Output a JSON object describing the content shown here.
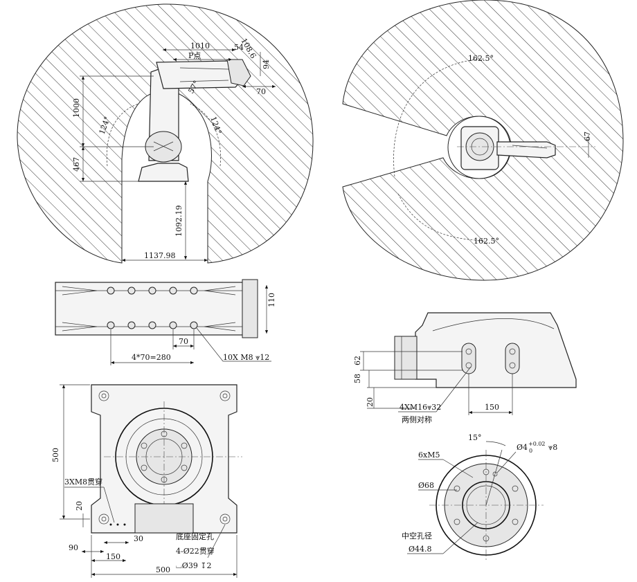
{
  "side_view": {
    "dim_1010": "1010",
    "dim_p_point": "P点",
    "dim_54": "54",
    "dim_108_6": "108.6",
    "dim_94": "94",
    "dim_70": "70",
    "dim_57deg": "57°",
    "dim_124deg_left": "124°",
    "dim_124deg_right": "124°",
    "dim_1000": "1000",
    "dim_467": "467",
    "dim_1092_19": "1092.19",
    "dim_1137_98": "1137.98"
  },
  "top_view": {
    "dim_162_5_top": "162.5°",
    "dim_162_5_bottom": "162.5°",
    "dim_67": "67"
  },
  "arm_view": {
    "dim_110": "110",
    "dim_70": "70",
    "dim_4x70": "4*70=280",
    "callout_holes": "10X M8 ⩔12"
  },
  "base_plan": {
    "dim_500_v": "500",
    "callout_3xm8": "3XM8贯穿",
    "dim_20": "20",
    "dim_30": "30",
    "dim_90": "90",
    "dim_150": "150",
    "dim_500_h": "500",
    "note_mount": "底座固定孔",
    "note_thru": "4-Ø22贯穿",
    "note_cbore": "⌴Ø39 ↧2"
  },
  "wrist_side": {
    "dim_62": "62",
    "dim_58": "58",
    "dim_20": "20",
    "callout_4xm16": "4XM16⩔32",
    "note_sym": "两侧对称",
    "dim_150": "150"
  },
  "flange": {
    "dim_15deg": "15°",
    "dim_pin": "Ø4",
    "dim_pin_tol_up": "+0.02",
    "dim_pin_tol_low": "0",
    "dim_pin_depth": "⩔8",
    "callout_6xm5": "6xM5",
    "dim_68": "Ø68",
    "note_hollow": "中空孔径",
    "dim_hollow": "Ø44.8"
  }
}
